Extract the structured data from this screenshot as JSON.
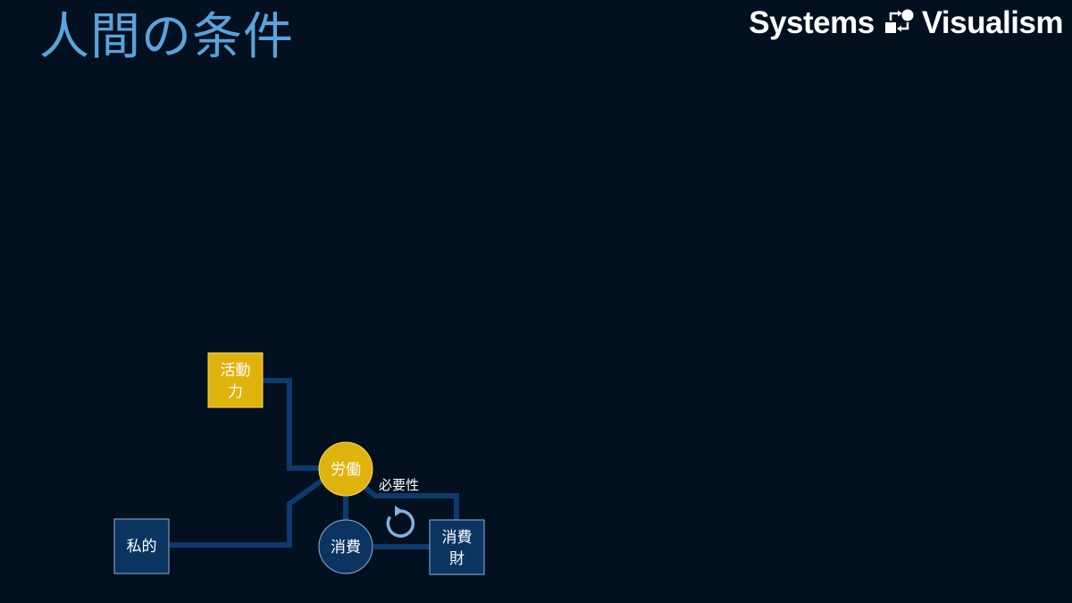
{
  "header": {
    "title": "人間の条件",
    "brand_left": "Systems",
    "brand_right": "Visualism",
    "brand_icon": "systems-visualism-logo-icon"
  },
  "diagram": {
    "nodes": {
      "vitality": {
        "label_line1": "活動",
        "label_line2": "力",
        "shape": "square",
        "color": "#e0b30c"
      },
      "labor": {
        "label": "労働",
        "shape": "circle",
        "color": "#e0b30c"
      },
      "private": {
        "label": "私的",
        "shape": "square",
        "color": "#0b3461"
      },
      "consumption": {
        "label": "消費",
        "shape": "circle",
        "color": "#0b3461"
      },
      "consumer_goods": {
        "label_line1": "消費",
        "label_line2": "財",
        "shape": "square",
        "color": "#0b3461"
      }
    },
    "edge_labels": {
      "necessity": "必要性"
    },
    "loop_icon": "cycle-arrow-icon",
    "colors": {
      "background": "#02101f",
      "connector": "#0e3a6e",
      "node_border": "#8fb3da",
      "title": "#5aa3dc",
      "loop_arrow": "#7fb3e0"
    }
  }
}
